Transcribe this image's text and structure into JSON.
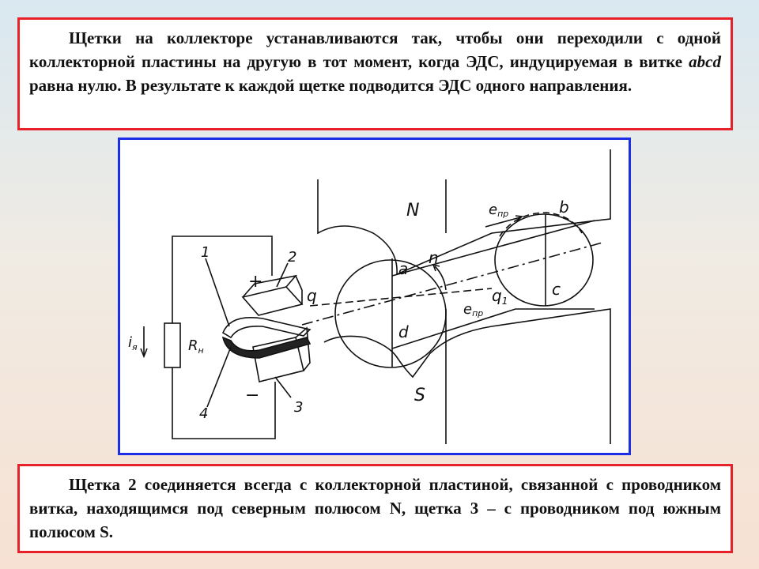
{
  "top_text": {
    "part1": "Щетки на коллекторе устанавливаются так, чтобы они переходили с одной коллекторной пластины на другую в тот момент, когда ЭДС, индуцируемая в витке ",
    "italic": "abcd",
    "part2": " равна нулю. В результате к каждой щетке подводится ЭДС одного направления."
  },
  "bottom_text": "Щетка 2 соединяется всегда с коллекторной пластиной, связанной с проводником витка, находящимся под северным полюсом N, щетка 3 – с проводником под южным полюсом S.",
  "diagram_labels": {
    "north": "N",
    "south": "S",
    "a": "a",
    "b": "b",
    "c": "c",
    "d": "d",
    "n": "n",
    "q": "q",
    "q1": "q",
    "q1_sub": "1",
    "e_upper": "e",
    "e_upper_sub": "пр",
    "e_lower": "e",
    "e_lower_sub": "пр",
    "plus": "+",
    "minus": "−",
    "brush_1": "1",
    "brush_2": "2",
    "brush_3": "3",
    "brush_4": "4",
    "load": "R",
    "load_sub": "н",
    "current": "i",
    "current_sub": "я"
  },
  "colors": {
    "text_frame": "#e8202a",
    "diagram_frame": "#1c2fe6"
  }
}
